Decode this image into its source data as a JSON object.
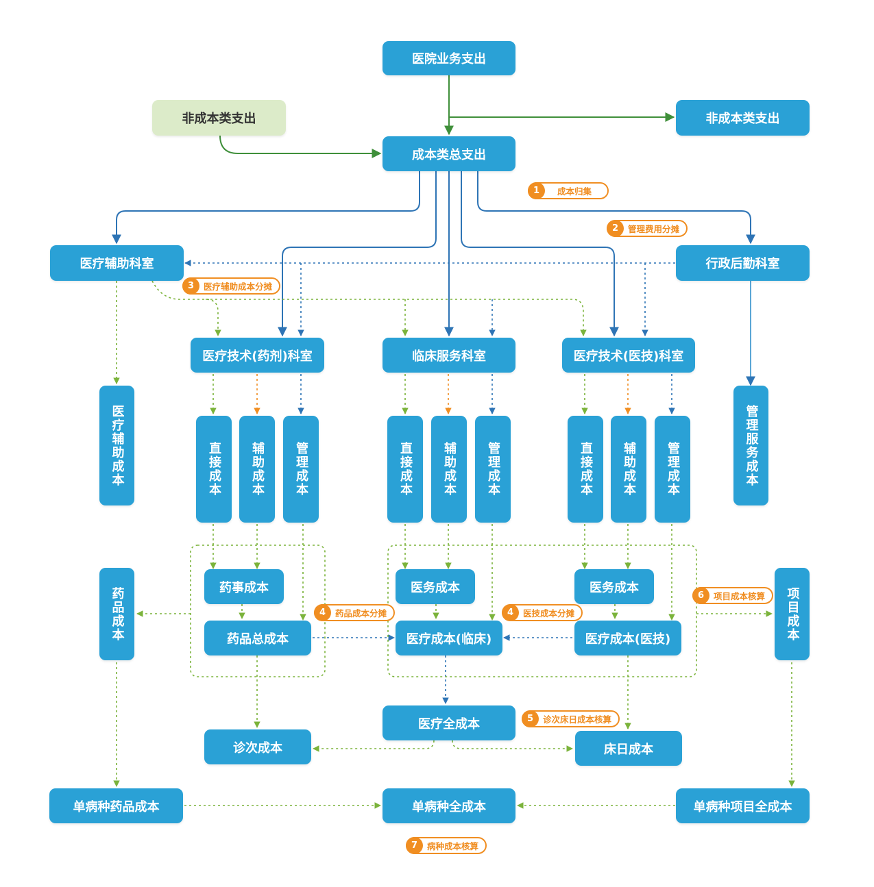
{
  "nodes": {
    "hospital_expense": "医院业务支出",
    "non_cost_left": "非成本类支出",
    "non_cost_right": "非成本类支出",
    "cost_total": "成本类总支出",
    "aux_dept": "医疗辅助科室",
    "admin_dept": "行政后勤科室",
    "pharm_dept": "医疗技术(药剂)科室",
    "clinical_dept": "临床服务科室",
    "medtech_dept": "医疗技术(医技)科室",
    "aux_cost": "医疗辅助成本",
    "mgmt_service_cost": "管理服务成本",
    "pharm_direct": "直接成本",
    "pharm_aux": "辅助成本",
    "pharm_mgmt": "管理成本",
    "clin_direct": "直接成本",
    "clin_aux": "辅助成本",
    "clin_mgmt": "管理成本",
    "tech_direct": "直接成本",
    "tech_aux": "辅助成本",
    "tech_mgmt": "管理成本",
    "drug_cost": "药品成本",
    "project_cost": "项目成本",
    "pharmacy_affairs_cost": "药事成本",
    "drug_total_cost": "药品总成本",
    "clin_medical_affairs": "医务成本",
    "tech_medical_affairs": "医务成本",
    "medical_cost_clinical": "医疗成本(临床)",
    "medical_cost_tech": "医疗成本(医技)",
    "medical_full_cost": "医疗全成本",
    "visit_cost": "诊次成本",
    "bed_day_cost": "床日成本",
    "disease_drug_cost": "单病种药品成本",
    "disease_full_cost": "单病种全成本",
    "disease_project_cost": "单病种项目全成本"
  },
  "badges": {
    "b1": {
      "num": "1",
      "label": "成本归集"
    },
    "b2": {
      "num": "2",
      "label": "管理费用分摊"
    },
    "b3": {
      "num": "3",
      "label": "医疗辅助成本分摊"
    },
    "b4a": {
      "num": "4",
      "label": "药品成本分摊"
    },
    "b4b": {
      "num": "4",
      "label": "医技成本分摊"
    },
    "b5": {
      "num": "5",
      "label": "诊次床日成本核算"
    },
    "b6": {
      "num": "6",
      "label": "项目成本核算"
    },
    "b7": {
      "num": "7",
      "label": "病种成本核算"
    }
  },
  "colors": {
    "node_blue": "#2aa1d6",
    "node_green_bg": "#dcebc9",
    "arrow_green": "#3f8f3a",
    "arrow_blue": "#2e74b5",
    "dotted_green": "#7bb33b",
    "dotted_blue": "#2e74b5",
    "dotted_orange": "#f08e22",
    "badge_orange": "#f08e22"
  }
}
